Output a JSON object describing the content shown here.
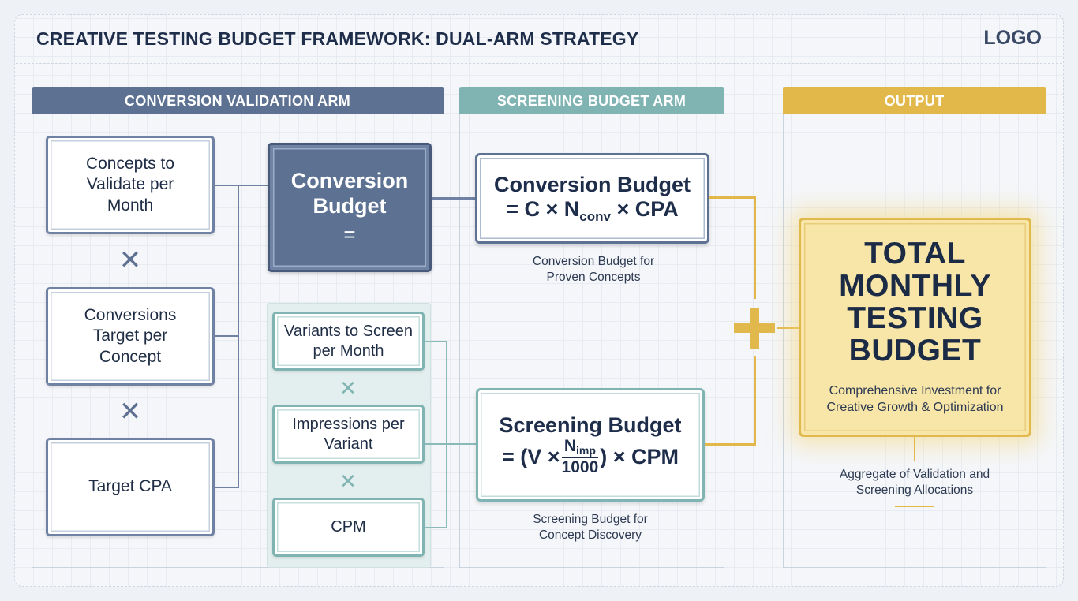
{
  "header": {
    "title": "CREATIVE TESTING BUDGET FRAMEWORK: DUAL-ARM STRATEGY",
    "logo": "LOGO"
  },
  "panels": {
    "conversion_arm": "CONVERSION VALIDATION ARM",
    "screening_arm": "SCREENING BUDGET ARM",
    "output": "OUTPUT"
  },
  "conversion_inputs": [
    "Concepts to Validate per Month",
    "Conversions Target per Concept",
    "Target CPA"
  ],
  "conversion_budget_box": {
    "line1": "Conversion",
    "line2": "Budget",
    "line3": "="
  },
  "screening_inputs": [
    "Variants to Screen per Month",
    "Impressions per Variant",
    "CPM"
  ],
  "operators": {
    "times": "✕",
    "plus": "+"
  },
  "conversion_formula": {
    "title": "Conversion Budget",
    "expr_prefix": "= C × N",
    "expr_sub": "conv",
    "expr_suffix": " × CPA",
    "caption": "Conversion Budget for Proven Concepts"
  },
  "screening_formula": {
    "title": "Screening Budget",
    "expr_prefix": "= (V ×",
    "frac_num": "N",
    "frac_num_sub": "imp",
    "frac_den": "1000",
    "expr_suffix": ") × CPM",
    "caption": "Screening Budget for Concept Discovery"
  },
  "output": {
    "title": "TOTAL MONTHLY TESTING BUDGET",
    "subtitle": "Comprehensive Investment for Creative Growth & Optimization",
    "caption": "Aggregate of Validation and Screening Allocations"
  },
  "colors": {
    "slate": "#5d7293",
    "teal": "#7fb4b2",
    "gold": "#e0b84c"
  }
}
